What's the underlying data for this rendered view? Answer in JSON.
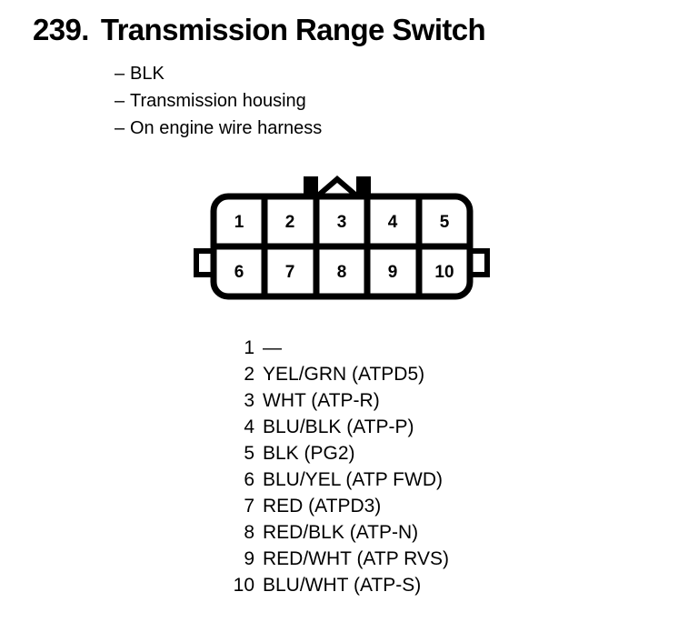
{
  "header": {
    "number": "239.",
    "title": "Transmission Range Switch"
  },
  "attributes": {
    "dash": "–",
    "items": [
      "BLK",
      "Transmission housing",
      "On engine wire harness"
    ]
  },
  "connector": {
    "top_row_labels": [
      "1",
      "2",
      "3",
      "4",
      "5"
    ],
    "bottom_row_labels": [
      "6",
      "7",
      "8",
      "9",
      "10"
    ],
    "stroke_color": "#000000",
    "fill_color": "#ffffff"
  },
  "pin_list": [
    {
      "pin": "1",
      "wire": "—"
    },
    {
      "pin": "2",
      "wire": "YEL/GRN (ATPD5)"
    },
    {
      "pin": "3",
      "wire": "WHT (ATP-R)"
    },
    {
      "pin": "4",
      "wire": "BLU/BLK (ATP-P)"
    },
    {
      "pin": "5",
      "wire": "BLK (PG2)"
    },
    {
      "pin": "6",
      "wire": "BLU/YEL (ATP FWD)"
    },
    {
      "pin": "7",
      "wire": "RED (ATPD3)"
    },
    {
      "pin": "8",
      "wire": "RED/BLK (ATP-N)"
    },
    {
      "pin": "9",
      "wire": "RED/WHT (ATP RVS)"
    },
    {
      "pin": "10",
      "wire": "BLU/WHT (ATP-S)"
    }
  ]
}
